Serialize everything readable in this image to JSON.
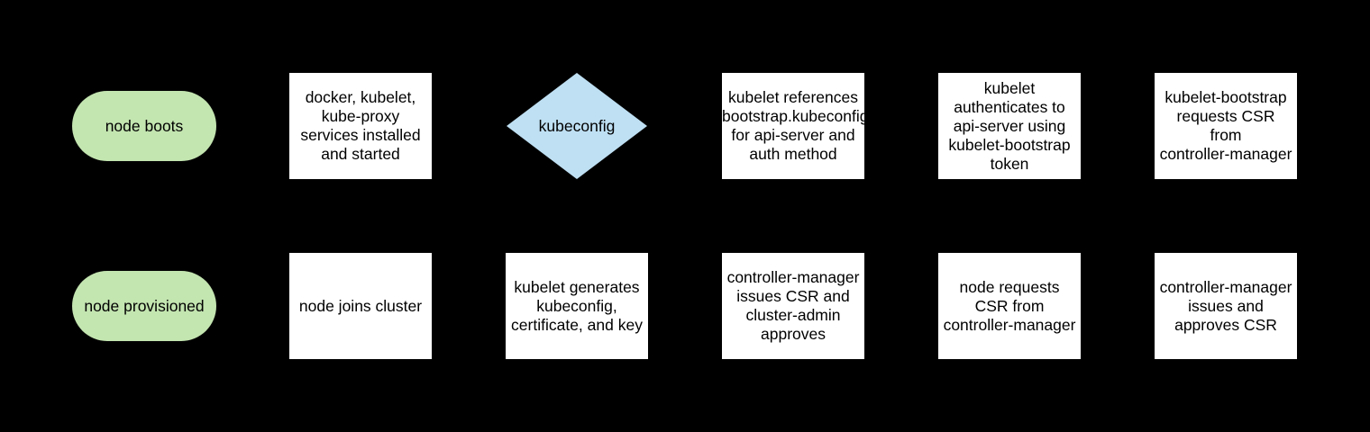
{
  "colors": {
    "background": "#000000",
    "terminator_fill": "#c3e5b0",
    "process_fill": "#ffffff",
    "decision_fill": "#bfe0f3",
    "text": "#000000"
  },
  "nodes": [
    {
      "type": "terminator",
      "label": "node boots"
    },
    {
      "type": "process",
      "label": "docker, kubelet,\nkube-proxy\nservices installed\nand started"
    },
    {
      "type": "decision",
      "label": "kubeconfig"
    },
    {
      "type": "process",
      "label": "kubelet references\nbootstrap.kubeconfig\nfor api-server and\nauth method"
    },
    {
      "type": "process",
      "label": "kubelet\nauthenticates to\napi-server using\nkubelet-bootstrap\ntoken"
    },
    {
      "type": "process",
      "label": "kubelet-bootstrap\nrequests CSR\nfrom\ncontroller-manager"
    },
    {
      "type": "terminator",
      "label": "node provisioned"
    },
    {
      "type": "process",
      "label": "node joins cluster"
    },
    {
      "type": "process",
      "label": "kubelet generates\nkubeconfig,\ncertificate, and key"
    },
    {
      "type": "process",
      "label": "controller-manager\nissues CSR and\ncluster-admin\napproves"
    },
    {
      "type": "process",
      "label": "node requests\nCSR from\ncontroller-manager"
    },
    {
      "type": "process",
      "label": "controller-manager\nissues and\napproves CSR"
    }
  ]
}
